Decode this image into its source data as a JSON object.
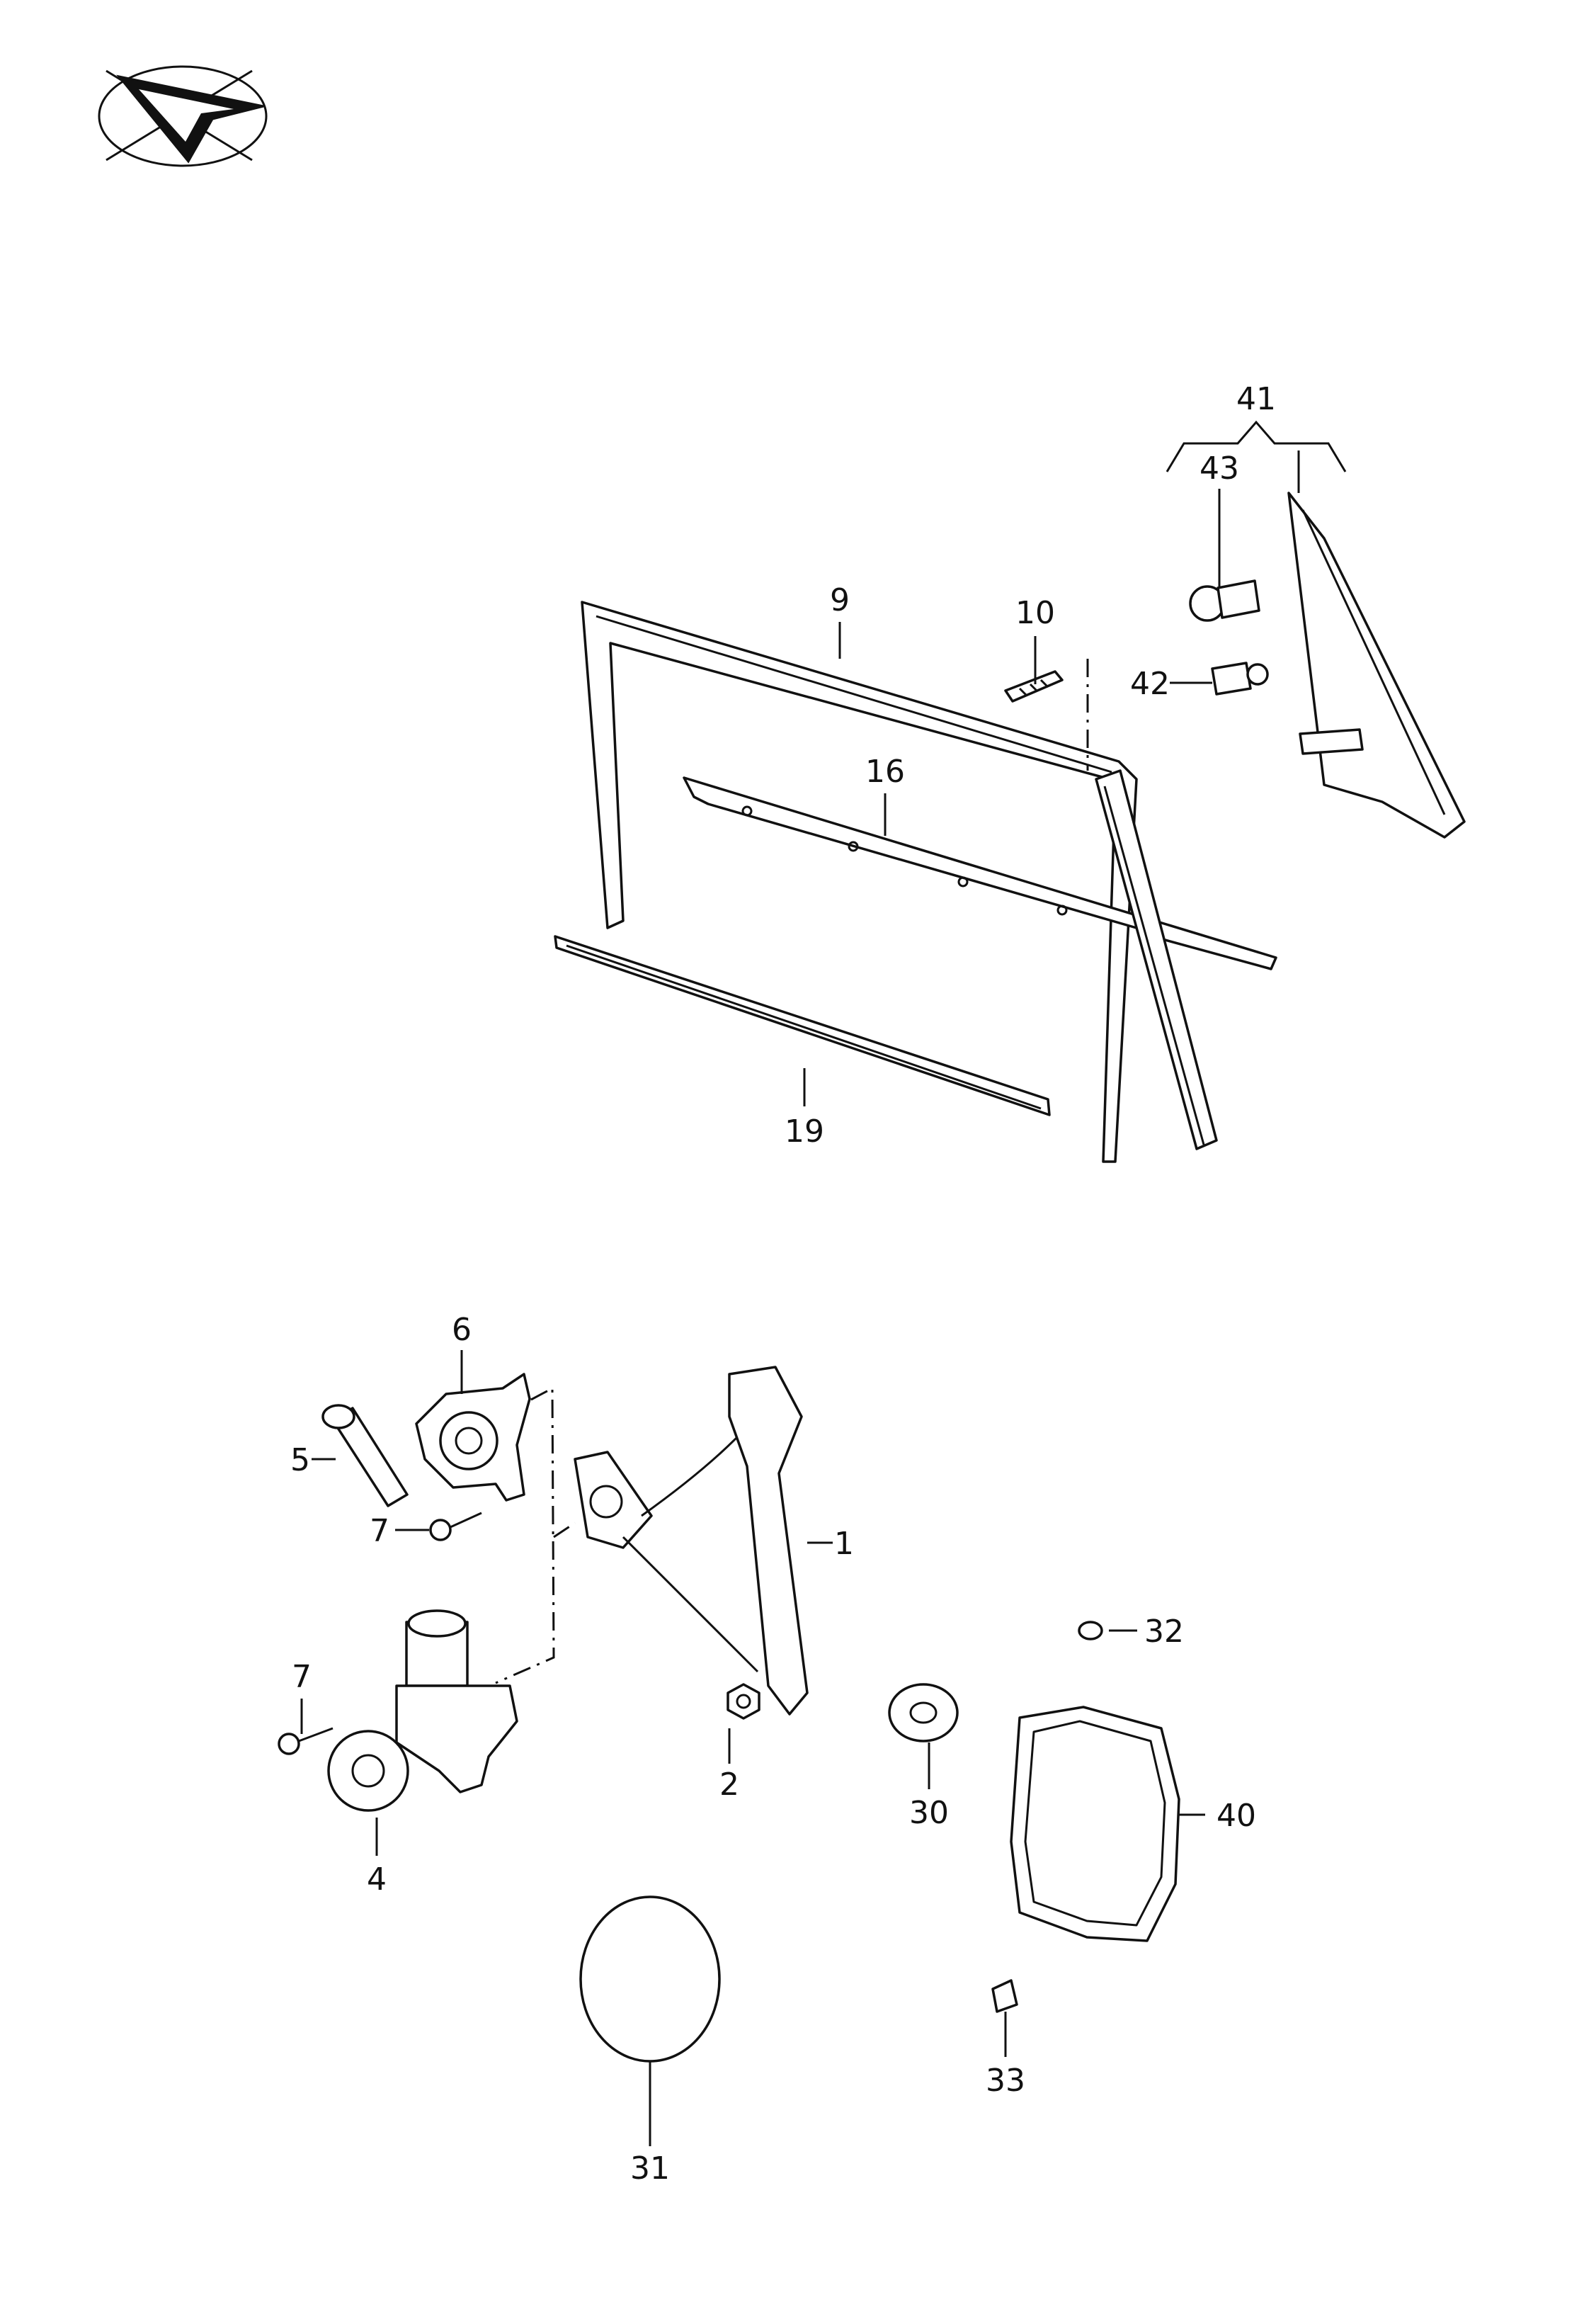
{
  "diagram": {
    "logo": "logo-compass-icon",
    "callouts": {
      "p1": "1",
      "p2": "2",
      "p4": "4",
      "p5": "5",
      "p6": "6",
      "p7a": "7",
      "p7b": "7",
      "p9": "9",
      "p10": "10",
      "p16": "16",
      "p19": "19",
      "p30": "30",
      "p31": "31",
      "p32": "32",
      "p33": "33",
      "p40": "40",
      "p41": "41",
      "p42": "42",
      "p43": "43"
    }
  }
}
